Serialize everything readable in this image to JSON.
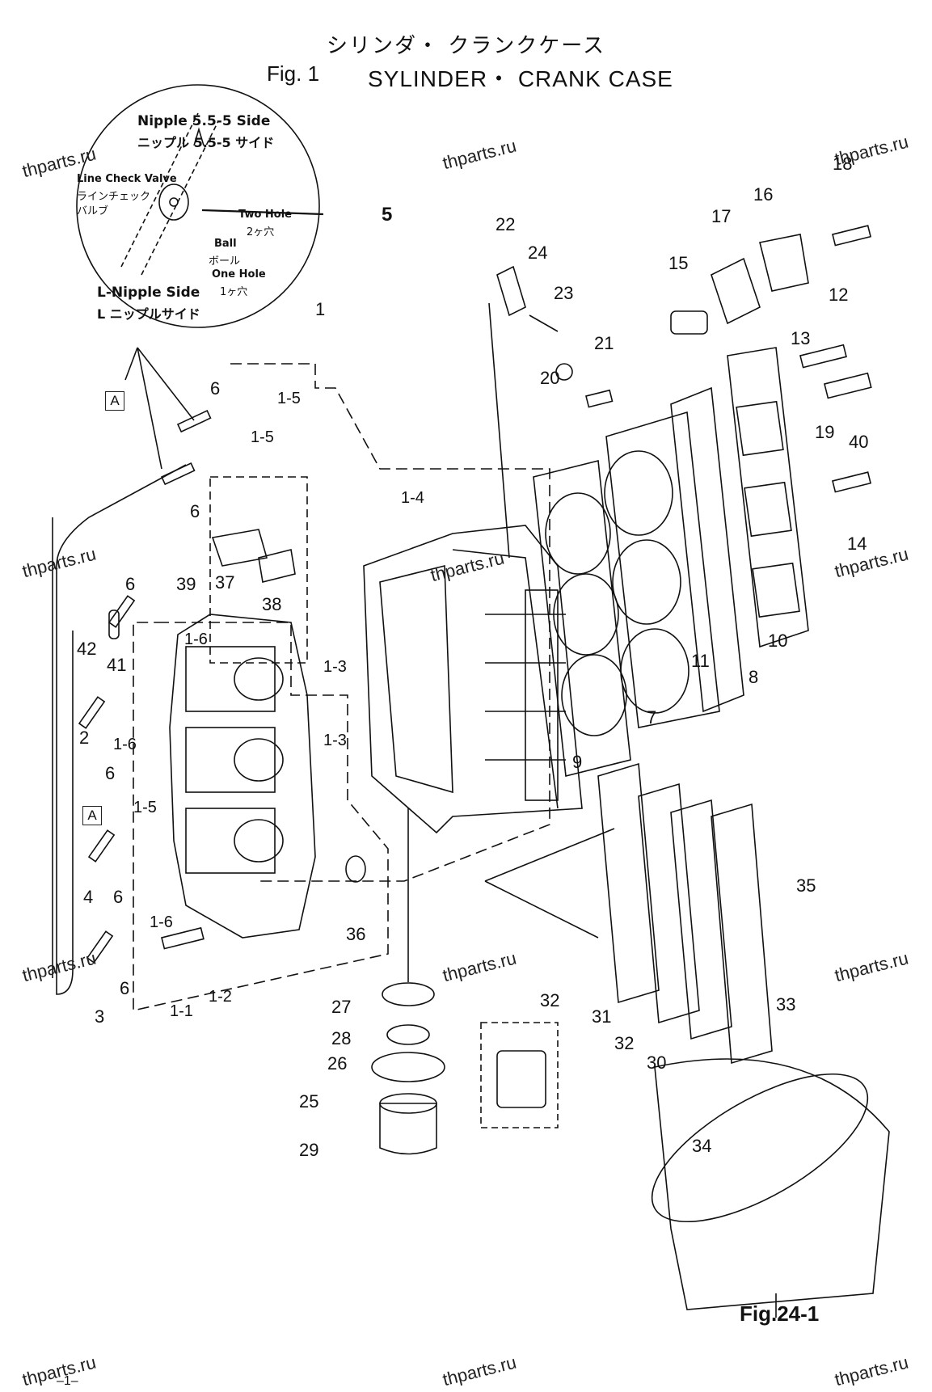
{
  "title": {
    "jp": "シリンダ・ クランクケース",
    "fig": "Fig. 1",
    "en": "SYLINDER・ CRANK CASE"
  },
  "watermark": "thparts.ru",
  "inset": {
    "nipple_en": "Nipple 5.5-5 Side",
    "nipple_jp": "ニップル 5.5-5 サイド",
    "lcv_en": "Line Check Valve",
    "lcv_jp1": "ラインチェック",
    "lcv_jp2": "バルブ",
    "two_hole_en": "Two Hole",
    "two_hole_jp": "2ヶ穴",
    "ball_en": "Ball",
    "ball_jp": "ボール",
    "one_hole_en": "One Hole",
    "one_hole_jp": "1ヶ穴",
    "lnipple_en": "L-Nipple Side",
    "lnipple_jp": "L ニップルサイド"
  },
  "box_label": "A",
  "part_labels": {
    "p1": "1",
    "p2": "2",
    "p3": "3",
    "p4": "4",
    "p5": "5",
    "p6a": "6",
    "p6b": "6",
    "p6c": "6",
    "p6d": "6",
    "p6e": "6",
    "p6f": "6",
    "p7": "7",
    "p8": "8",
    "p9": "9",
    "p10": "10",
    "p11": "11",
    "p12": "12",
    "p13": "13",
    "p14": "14",
    "p15": "15",
    "p16": "16",
    "p17": "17",
    "p18": "18",
    "p19": "19",
    "p20": "20",
    "p21": "21",
    "p22": "22",
    "p23": "23",
    "p24": "24",
    "p25": "25",
    "p26": "26",
    "p27": "27",
    "p28": "28",
    "p29": "29",
    "p30": "30",
    "p31": "31",
    "p32a": "32",
    "p32b": "32",
    "p33": "33",
    "p34": "34",
    "p35": "35",
    "p36": "36",
    "p37": "37",
    "p38": "38",
    "p39": "39",
    "p40": "40",
    "p41": "41",
    "p42": "42",
    "s1_1": "1-1",
    "s1_2": "1-2",
    "s1_3a": "1-3",
    "s1_3b": "1-3",
    "s1_4": "1-4",
    "s1_5a": "1-5",
    "s1_5b": "1-5",
    "s1_5c": "1-5",
    "s1_6a": "1-6",
    "s1_6b": "1-6",
    "s1_6c": "1-6"
  },
  "fig_ref": "Fig.24-1",
  "page_number": "–1–"
}
